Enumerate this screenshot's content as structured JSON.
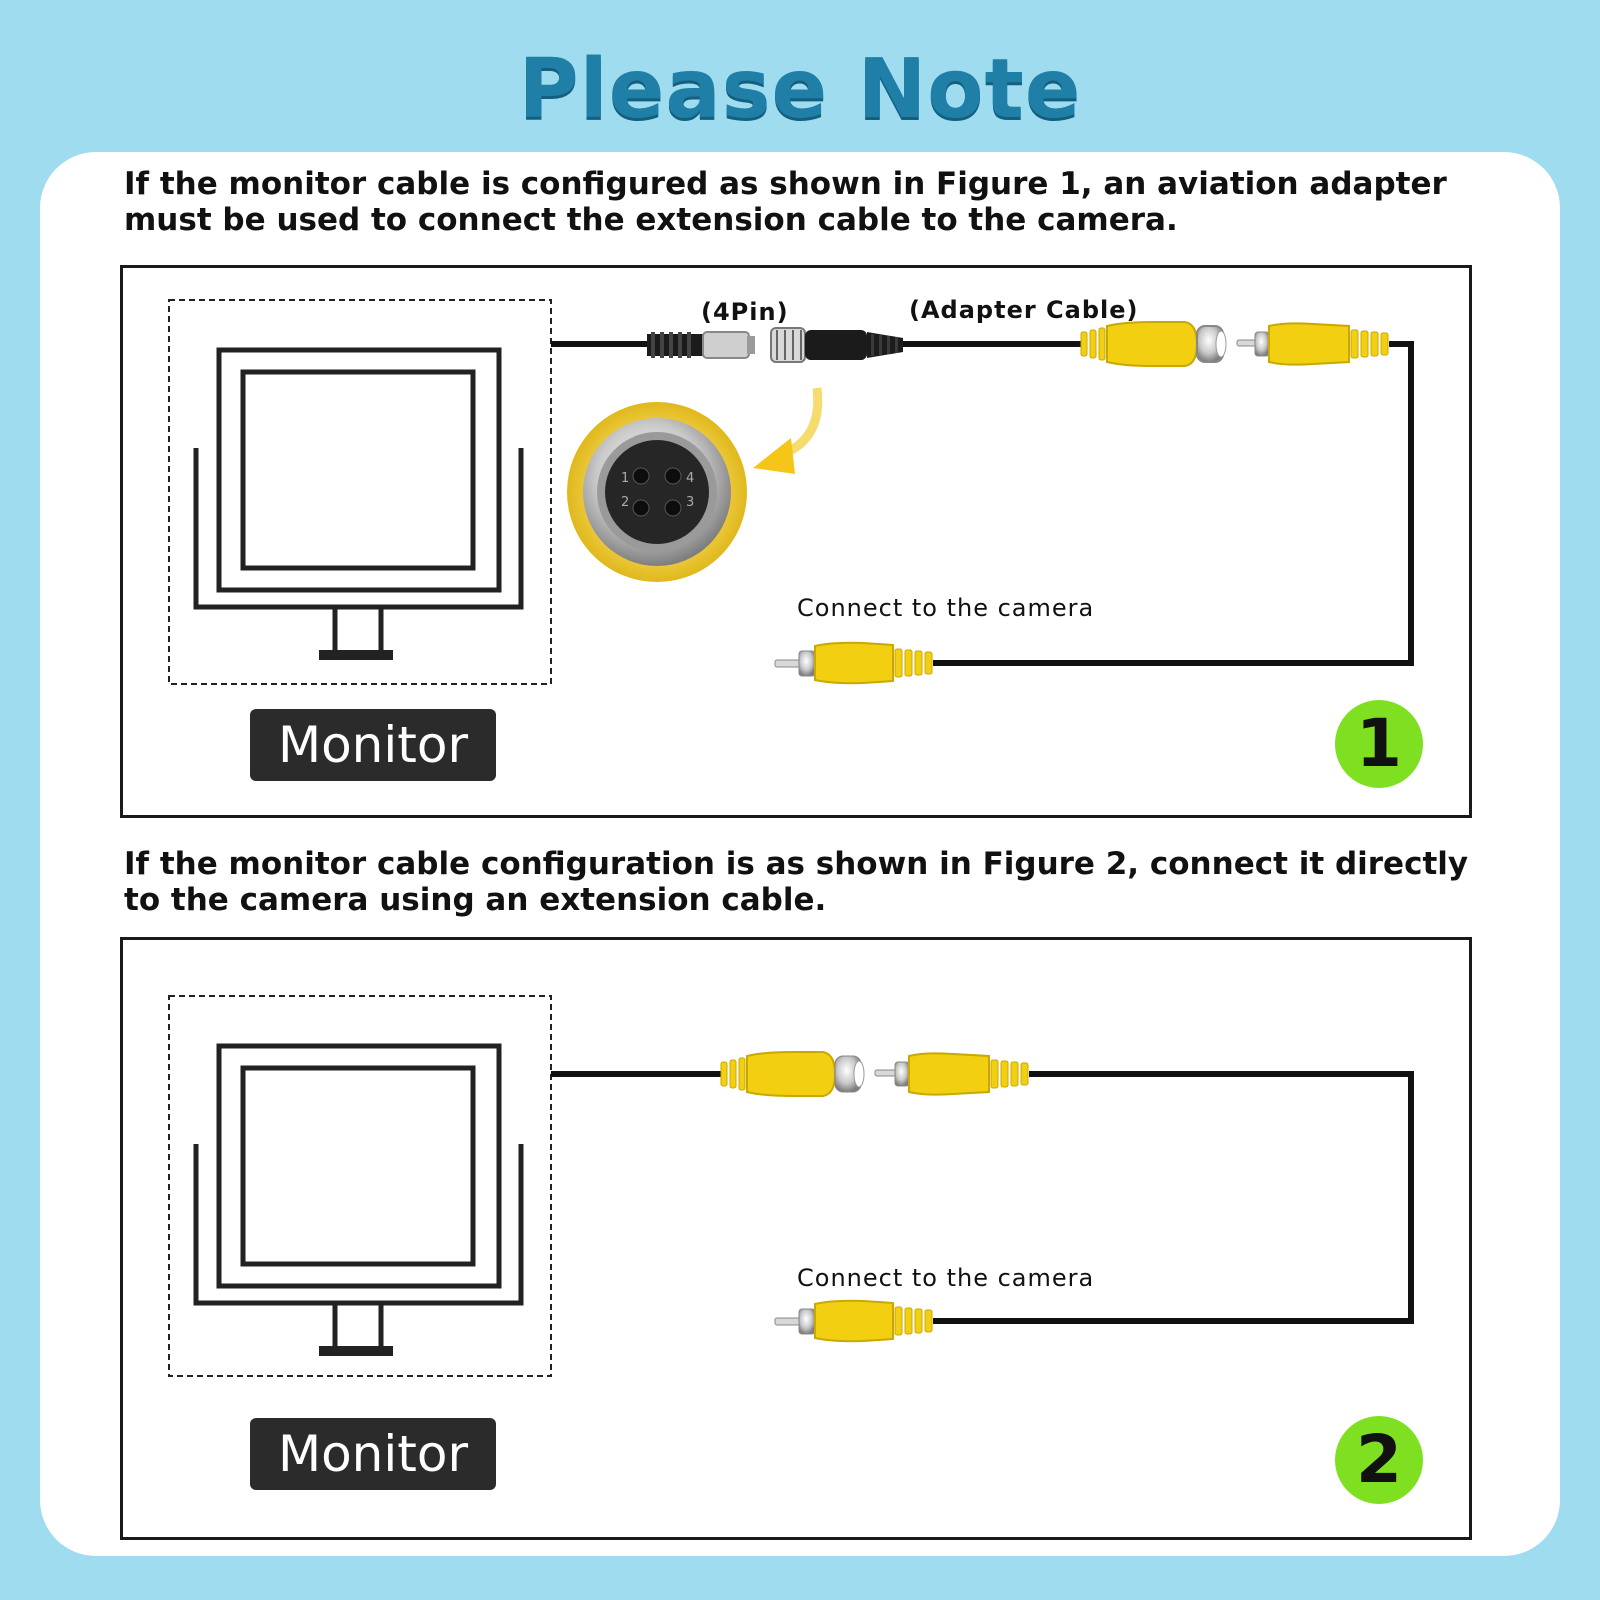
{
  "title": "Please Note",
  "notes": {
    "figure1": "If the monitor cable is configured as shown in Figure 1, an aviation adapter must be used to connect the extension cable to the camera.",
    "figure2": "If the monitor cable configuration is as shown in Figure 2, connect it directly to the camera using an extension cable."
  },
  "figure1": {
    "pin_label": "(4Pin)",
    "adapter_label": "(Adapter Cable)",
    "camera_label": "Connect to the camera",
    "monitor_label": "Monitor",
    "badge": "1",
    "pin_numbers": [
      "1",
      "2",
      "3",
      "4"
    ]
  },
  "figure2": {
    "camera_label": "Connect to the camera",
    "monitor_label": "Monitor",
    "badge": "2"
  },
  "colors": {
    "background": "#9fdcf0",
    "title": "#1f7fa6",
    "connector_yellow": "#f2cf10",
    "badge_green": "#7ee021"
  },
  "icons": [
    "monitor-icon",
    "aviation-connector-icon",
    "rca-plug-icon",
    "rca-jack-icon",
    "pin-closeup-icon",
    "curved-arrow-icon"
  ]
}
